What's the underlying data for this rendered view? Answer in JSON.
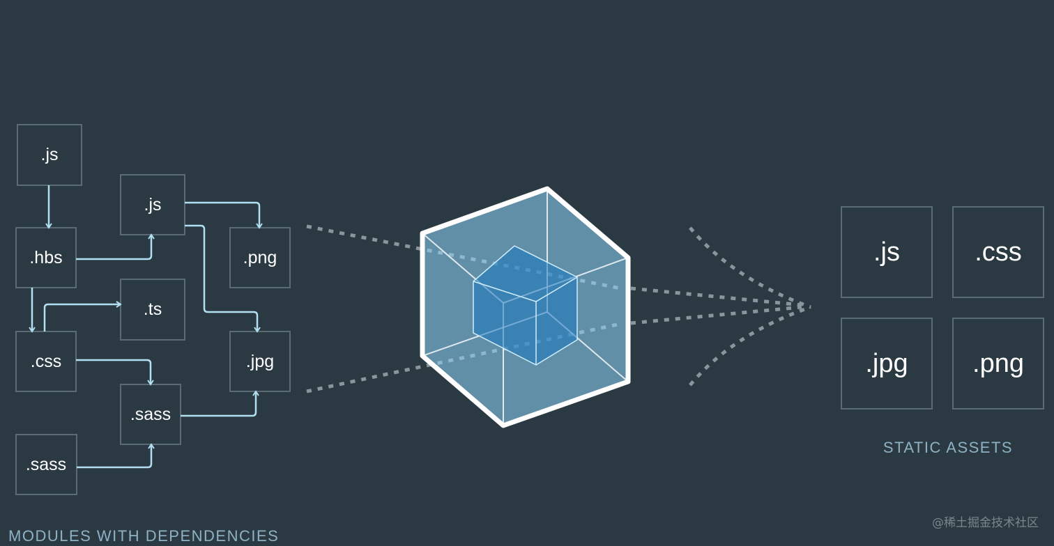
{
  "modules": {
    "caption": "MODULES WITH DEPENDENCIES",
    "items": [
      ".js",
      ".hbs",
      ".css",
      ".sass",
      ".js",
      ".ts",
      ".sass",
      ".png",
      ".jpg"
    ]
  },
  "assets": {
    "caption": "STATIC ASSETS",
    "items": [
      ".js",
      ".css",
      ".jpg",
      ".png"
    ]
  },
  "watermark": "@稀土掘金技术社区",
  "colors": {
    "background": "#2b3a42",
    "arrow": "#b3dff3",
    "cube_outer": "#8ed6fb",
    "cube_inner": "#1c78c0",
    "box_border": "#5b6b73"
  },
  "icons": {
    "bundler": "cube-icon"
  }
}
